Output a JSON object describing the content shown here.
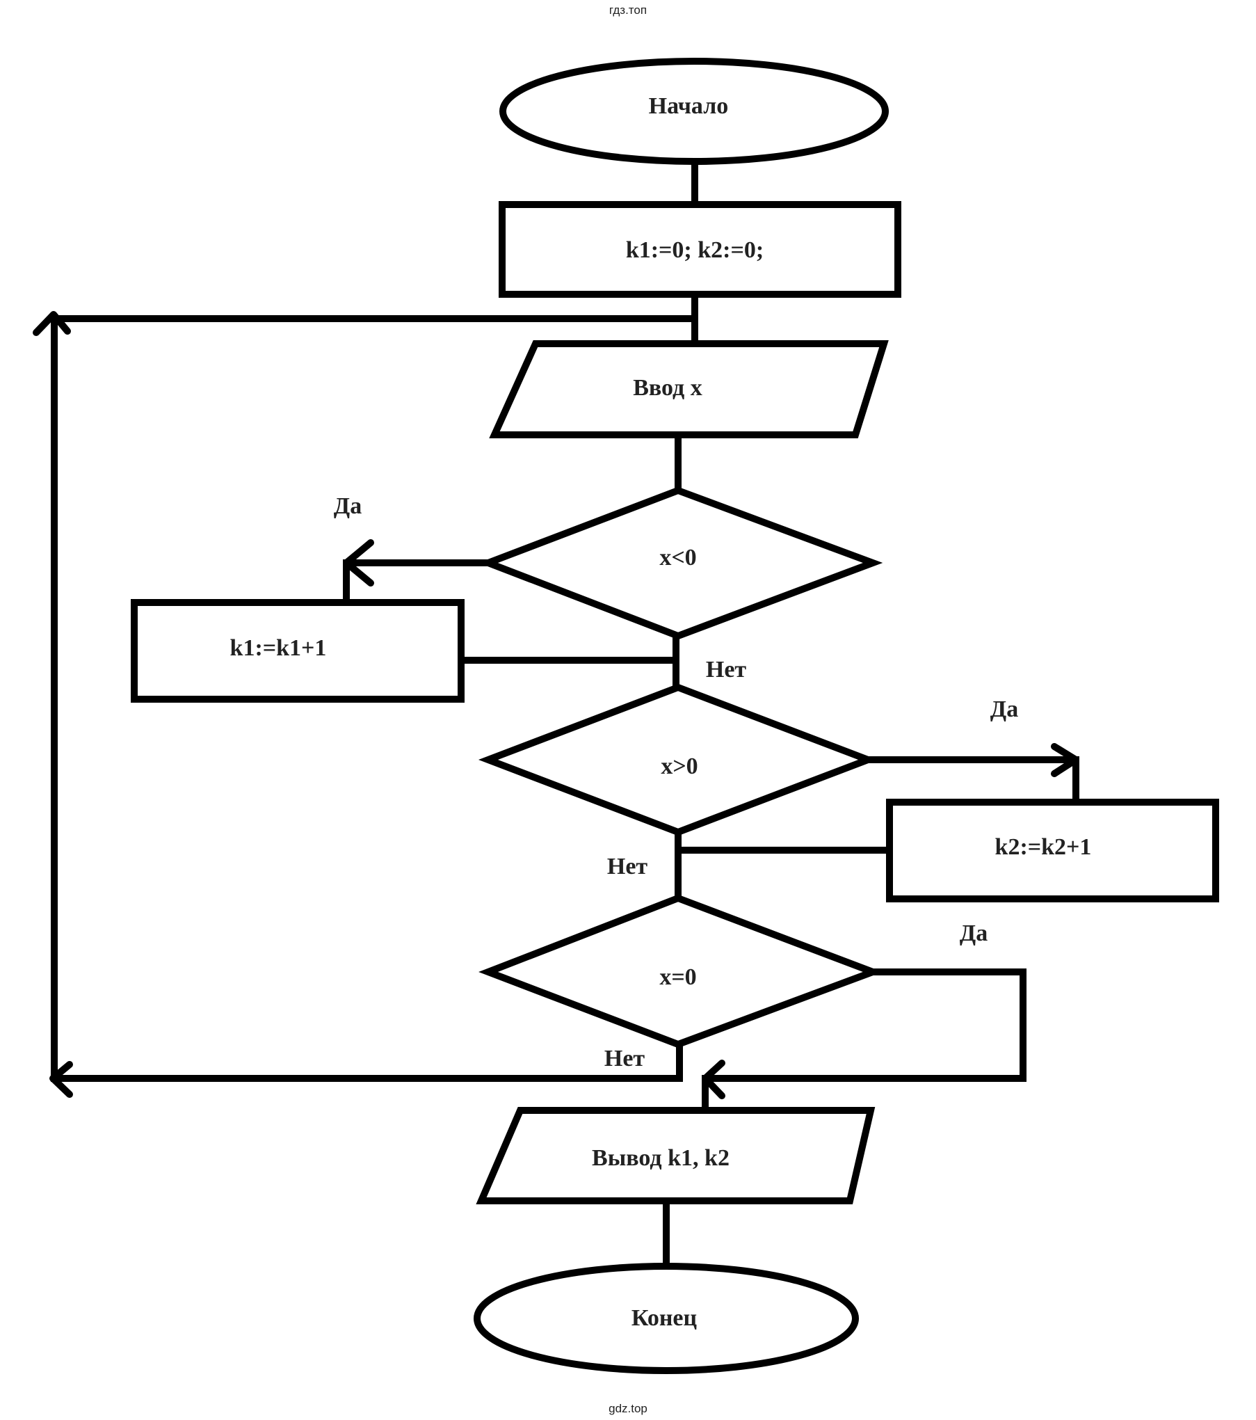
{
  "watermarks": {
    "top": "гдз.топ",
    "bottom": "gdz.top"
  },
  "flowchart": {
    "start": "Начало",
    "init": "k1:=0; k2:=0;",
    "input": "Ввод x",
    "cond1": {
      "text": "x<0",
      "yes": "Да",
      "no": "Нет"
    },
    "action1": "k1:=k1+1",
    "cond2": {
      "text": "x>0",
      "yes": "Да",
      "no": "Нет"
    },
    "action2": "k2:=k2+1",
    "cond3": {
      "text": "x=0",
      "yes": "Да",
      "no": "Нет"
    },
    "output": "Вывод k1, k2",
    "end": "Конец"
  }
}
